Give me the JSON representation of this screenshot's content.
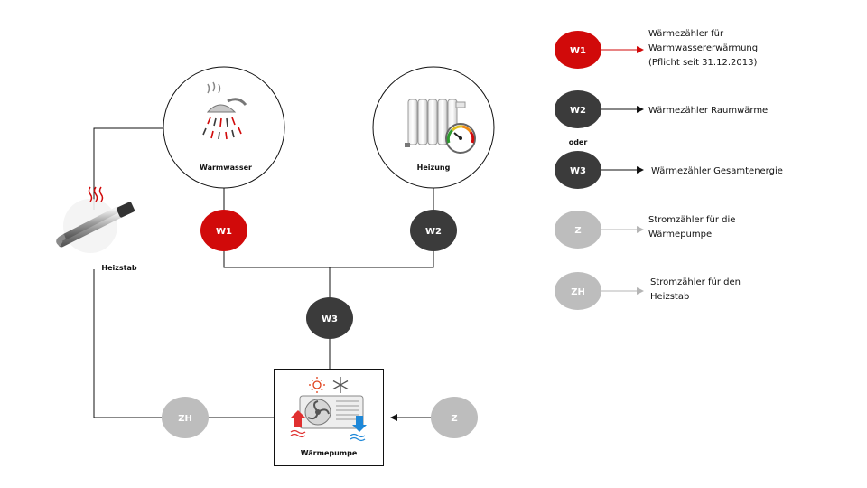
{
  "nodes": {
    "warmwasser": "Warmwasser",
    "heizung": "Heizung",
    "heizstab": "Heizstab",
    "waermepumpe": "Wärmepumpe"
  },
  "meters": {
    "w1": "W1",
    "w2": "W2",
    "w3": "W3",
    "zh": "ZH",
    "z": "Z"
  },
  "legend": {
    "w1": {
      "label": "W1",
      "line1": "Wärmezähler für",
      "line2": "Warmwassererwärmung",
      "line3": "(Pflicht seit 31.12.2013)"
    },
    "w2": {
      "label": "W2",
      "line1": "Wärmezähler Raumwärme"
    },
    "oder": "oder",
    "w3": {
      "label": "W3",
      "line1": "Wärmezähler Gesamtenergie"
    },
    "z": {
      "label": "Z",
      "line1": "Stromzähler für die",
      "line2": "Wärmepumpe"
    },
    "zh": {
      "label": "ZH",
      "line1": "Stromzähler für den",
      "line2": "Heizstab"
    }
  },
  "colors": {
    "red": "#d10a0a",
    "dark": "#3b3b3b",
    "light": "#bdbdbd",
    "line": "#111111"
  }
}
